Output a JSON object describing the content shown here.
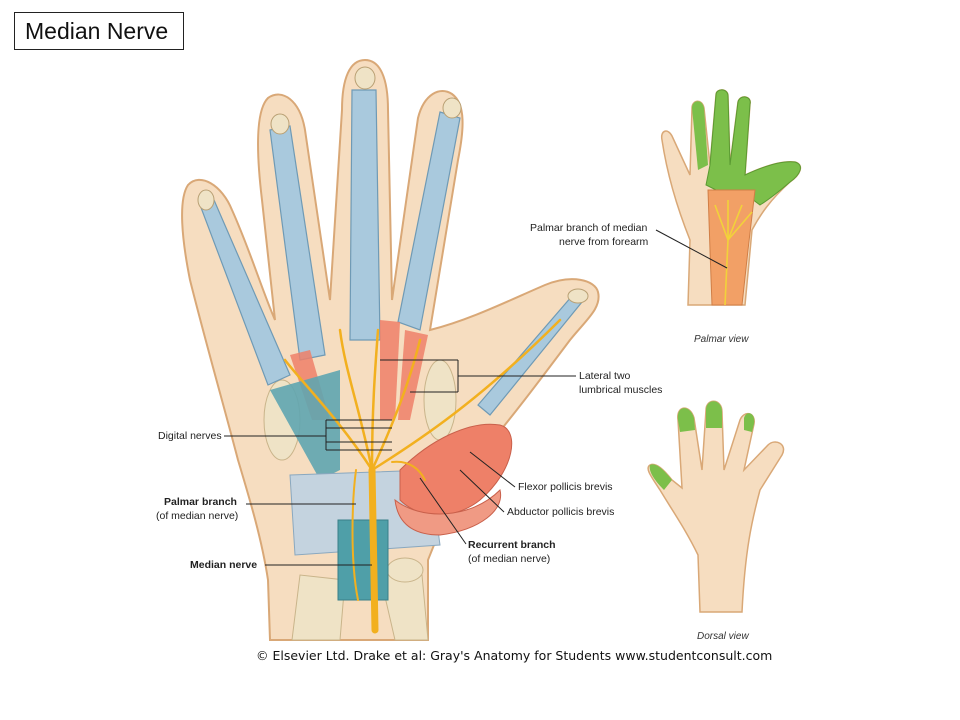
{
  "title": "Median Nerve",
  "labels": {
    "digital_nerves": "Digital nerves",
    "palmar_branch": "Palmar branch",
    "palmar_branch_sub": "(of median nerve)",
    "median_nerve": "Median nerve",
    "lateral_lumbricals_1": "Lateral two",
    "lateral_lumbricals_2": "lumbrical muscles",
    "flexor_pollicis_brevis": "Flexor pollicis brevis",
    "abductor_pollicis_brevis": "Abductor pollicis brevis",
    "recurrent_branch": "Recurrent branch",
    "recurrent_branch_sub": "(of median nerve)",
    "palmar_forearm_1": "Palmar branch of median",
    "palmar_forearm_2": "nerve from forearm"
  },
  "views": {
    "palmar": "Palmar view",
    "dorsal": "Dorsal view"
  },
  "credit": "© Elsevier Ltd. Drake et al: Gray's Anatomy for Students www.studentconsult.com",
  "colors": {
    "skin": "#f6ddc0",
    "skin_outline": "#d9a877",
    "tendon_sheath": "#a9c9dd",
    "retinaculum": "#5fa5b0",
    "nerve": "#f2b01f",
    "muscle": "#ee8068",
    "bone": "#efe3c6",
    "sensory_green": "#7cbf4a",
    "sensory_orange": "#f2a066"
  }
}
